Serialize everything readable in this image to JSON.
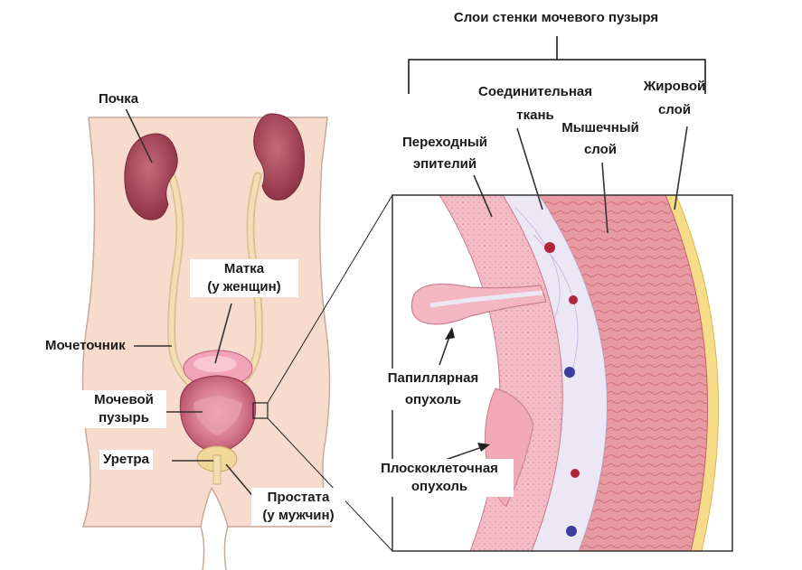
{
  "title": "Слои стенки мочевого пузыря",
  "labels": {
    "kidney": "Почка",
    "uterus_1": "Матка",
    "uterus_2": "(у женщин)",
    "ureter": "Мочеточник",
    "bladder_1": "Мочевой",
    "bladder_2": "пузырь",
    "urethra": "Уретра",
    "prostate_1": "Простата",
    "prostate_2": "(у мужчин)",
    "connective_1": "Соединительная",
    "connective_2": "ткань",
    "fat_1": "Жировой",
    "fat_2": "слой",
    "transitional_1": "Переходный",
    "transitional_2": "эпителий",
    "muscle_1": "Мышечный",
    "muscle_2": "слой",
    "papillary_1": "Папиллярная",
    "papillary_2": "опухоль",
    "squamous_1": "Плоскоклеточная",
    "squamous_2": "опухоль"
  },
  "colors": {
    "skin": "#f7dccd",
    "skin_outline": "#c9a89a",
    "kidney": "#a94a5c",
    "ureter": "#f3deb4",
    "uterus": "#f2a3b7",
    "bladder": "#c9627a",
    "prostate": "#f1d79a",
    "epithelium": "#f4b9c2",
    "connective": "#ece7f4",
    "muscle": "#e89aa3",
    "fat": "#f6dc88",
    "vessel_red": "#b3243a",
    "vessel_blue": "#3b3f9c"
  }
}
